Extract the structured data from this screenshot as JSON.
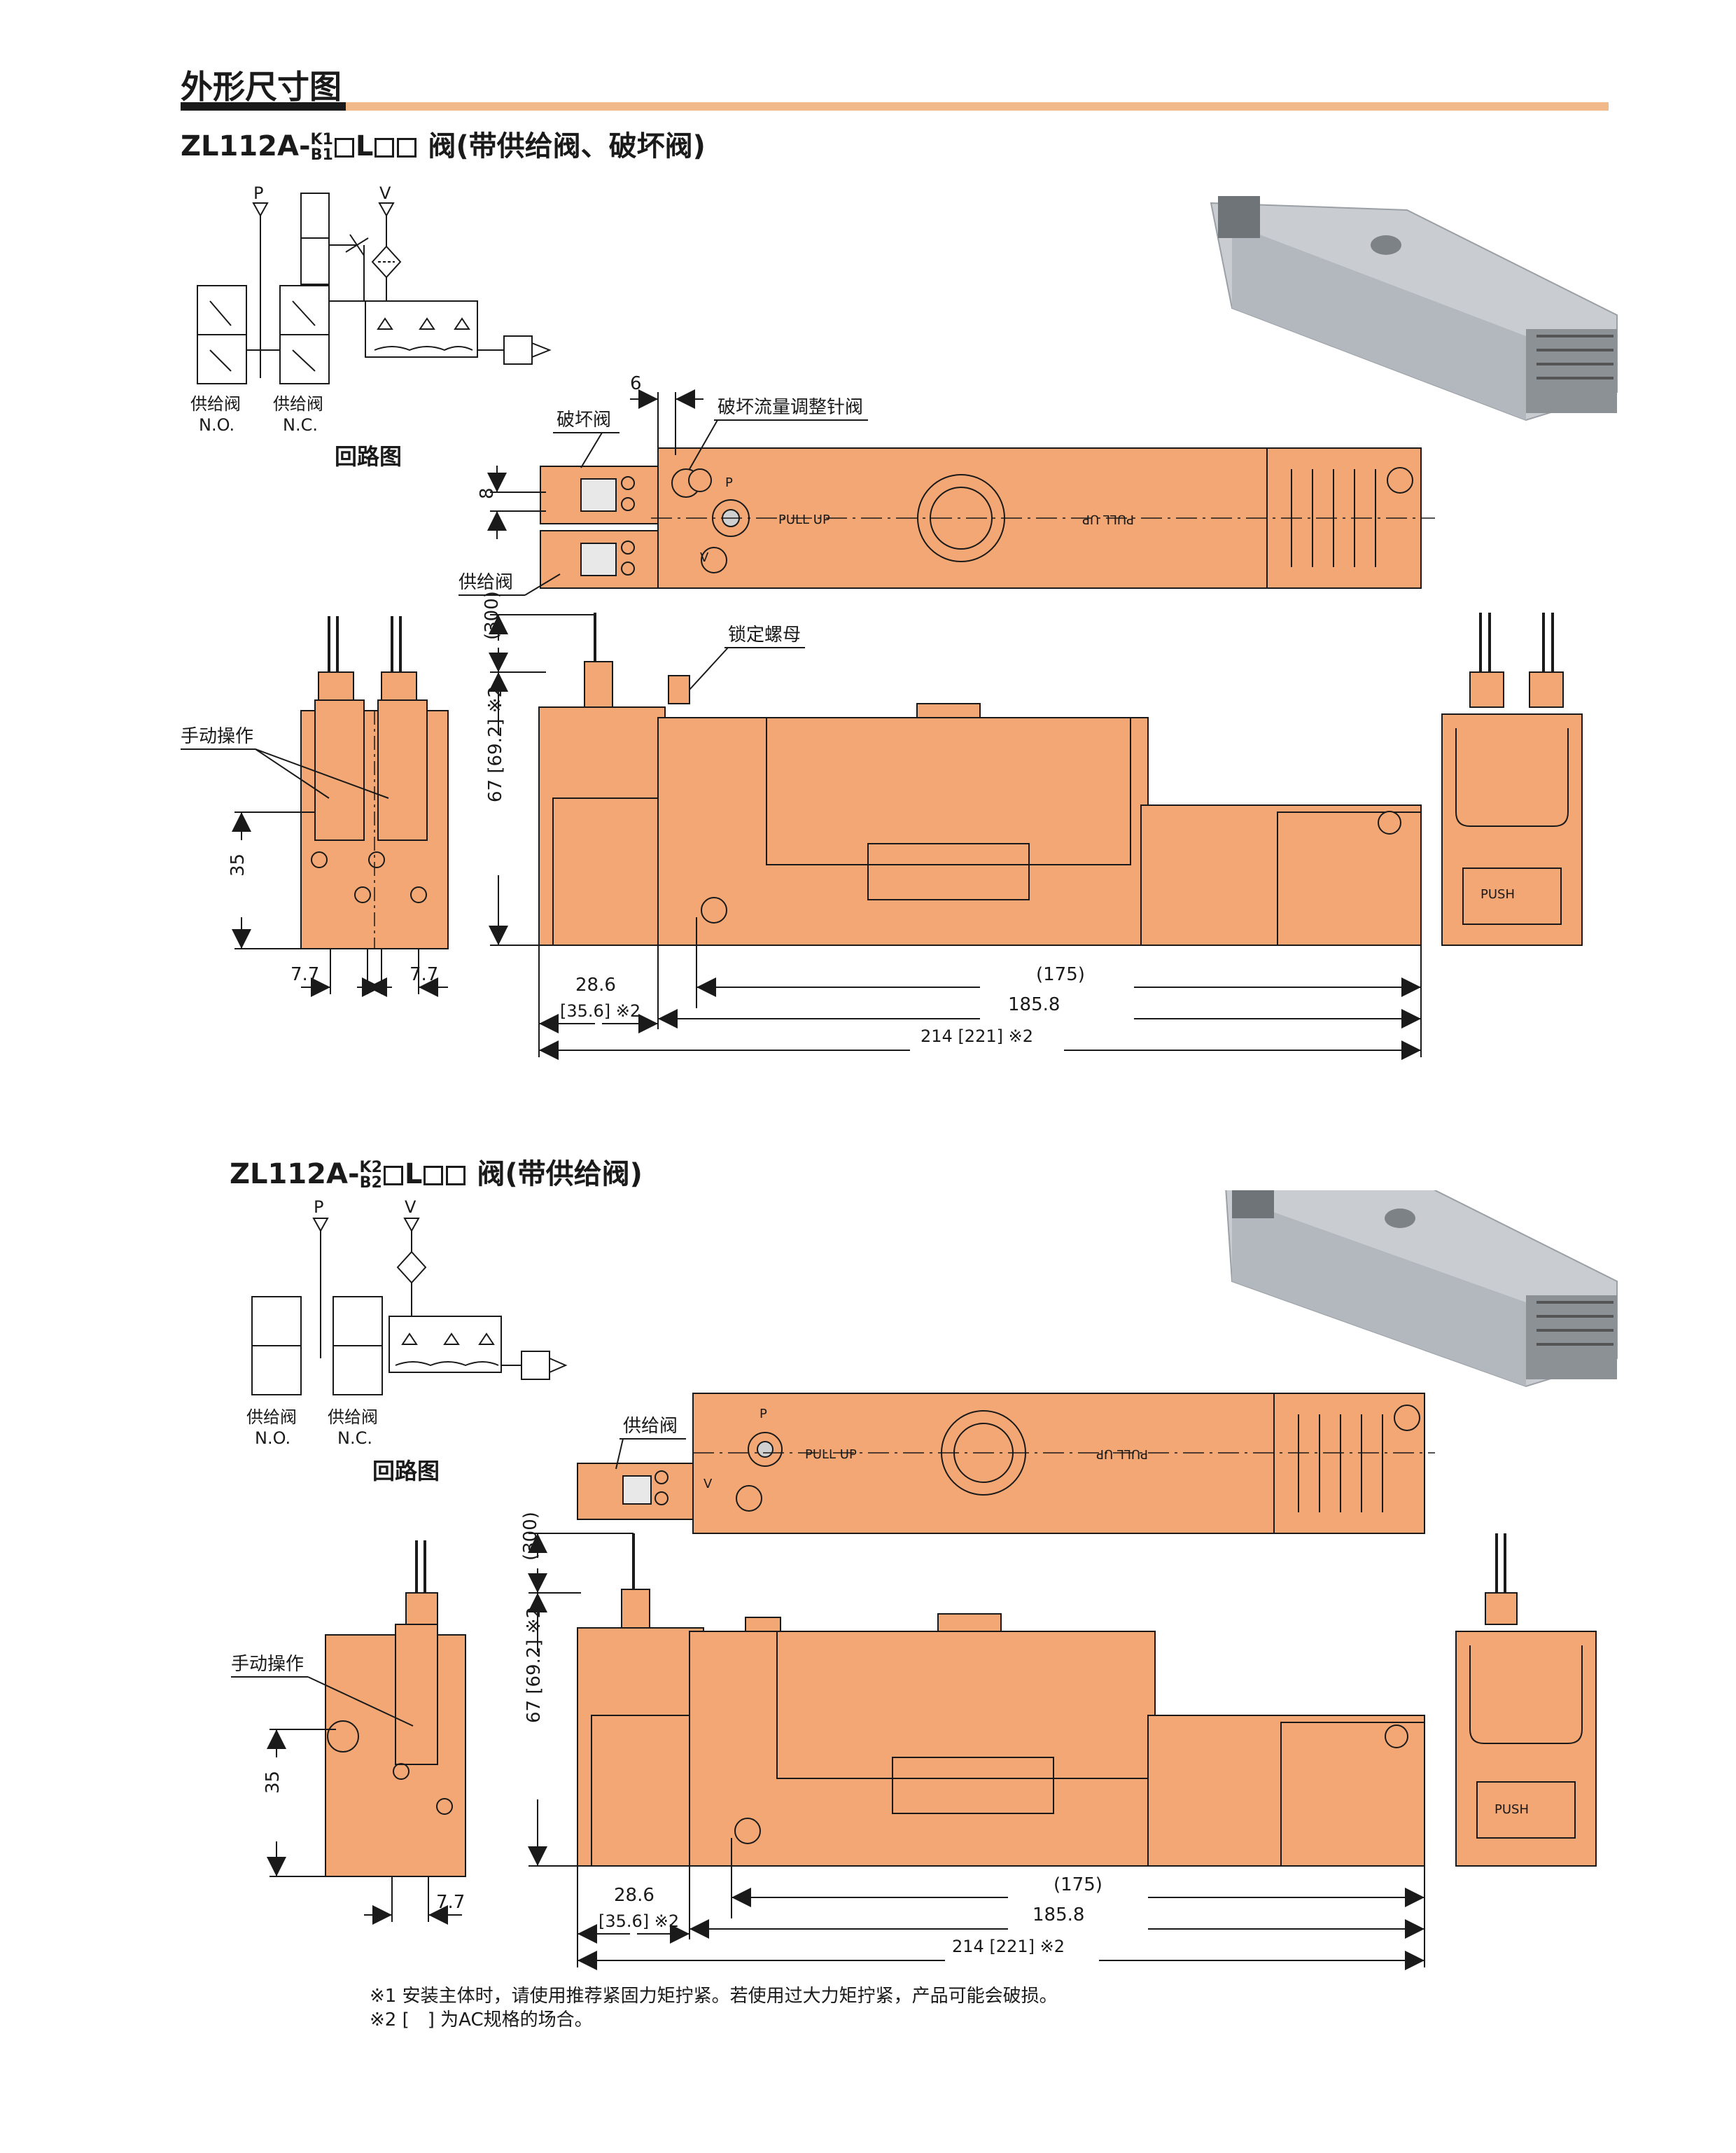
{
  "page": {
    "title": "外形尺寸图",
    "colors": {
      "body": "#f2a774",
      "body_dark": "#e69a64",
      "photo_gray": "#c9cdd2",
      "rule": "#f2b98a",
      "line": "#1a1a1a"
    }
  },
  "sections": [
    {
      "heading": {
        "prefix": "ZL112A-",
        "sup_top": "K1",
        "sup_bottom": "B1",
        "after_box1": "L",
        "suffix": " 阀(带供给阀、破坏阀)"
      },
      "circuit": {
        "port_p": "P",
        "port_v": "V",
        "label_no_1": "供给阀",
        "label_no_2": "N.O.",
        "label_nc_1": "供给阀",
        "label_nc_2": "N.C.",
        "caption": "回路图"
      },
      "callouts": {
        "break_valve": "破坏阀",
        "supply_valve": "供给阀",
        "needle_valve": "破坏流量调整针阀",
        "lock_nut": "锁定螺母",
        "manual": "手动操作"
      },
      "dims": {
        "d6": "6",
        "d8": "8",
        "d300": "(300)",
        "d67": "67 [69.2] ※2",
        "d35": "35",
        "d77a": "7.7",
        "d77b": "7.7",
        "d286": "28.6",
        "d356": "[35.6] ※2",
        "d175": "(175)",
        "d1858": "185.8",
        "d214": "214 [221] ※2"
      },
      "marks": {
        "pull_up": "PULL UP",
        "push": "PUSH",
        "p": "P",
        "v": "V"
      }
    },
    {
      "heading": {
        "prefix": "ZL112A-",
        "sup_top": "K2",
        "sup_bottom": "B2",
        "after_box1": "L",
        "suffix": " 阀(带供给阀)"
      },
      "circuit": {
        "port_p": "P",
        "port_v": "V",
        "label_no_1": "供给阀",
        "label_no_2": "N.O.",
        "label_nc_1": "供给阀",
        "label_nc_2": "N.C.",
        "caption": "回路图"
      },
      "callouts": {
        "supply_valve": "供给阀",
        "manual": "手动操作"
      },
      "dims": {
        "d300": "(300)",
        "d67": "67 [69.2] ※2",
        "d35": "35",
        "d77": "7.7",
        "d286": "28.6",
        "d356": "[35.6] ※2",
        "d175": "(175)",
        "d1858": "185.8",
        "d214": "214 [221] ※2"
      },
      "marks": {
        "pull_up": "PULL UP",
        "push": "PUSH",
        "p": "P",
        "v": "V"
      }
    }
  ],
  "footnotes": [
    "※1 安装主体时，请使用推荐紧固力矩拧紧。若使用过大力矩拧紧，产品可能会破损。",
    "※2 [　] 为AC规格的场合。"
  ]
}
